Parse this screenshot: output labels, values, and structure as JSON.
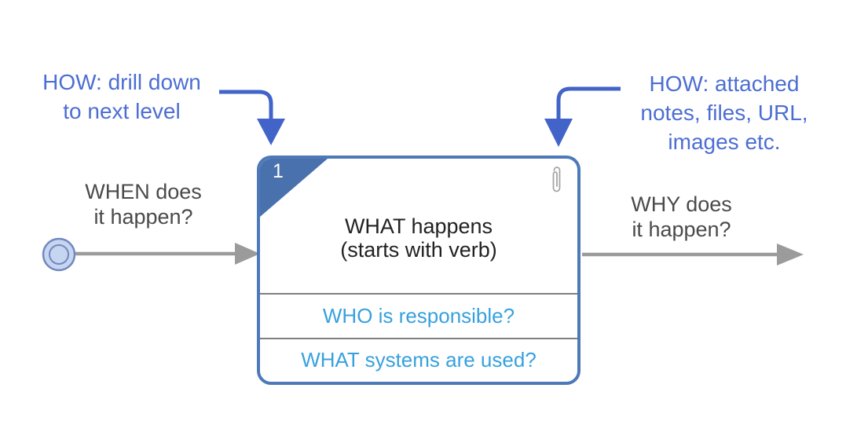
{
  "annotations": {
    "drill_down": {
      "line1": "HOW: drill down",
      "line2": "to next level"
    },
    "attachments": {
      "line1": "HOW: attached",
      "line2": "notes, files, URL,",
      "line3": "images etc."
    }
  },
  "labels": {
    "when": {
      "line1": "WHEN does",
      "line2": "it happen?"
    },
    "why": {
      "line1": "WHY does",
      "line2": "it happen?"
    }
  },
  "process_box": {
    "level_number": "1",
    "title_line1": "WHAT happens",
    "title_line2": "(starts with verb)",
    "who_field": "WHO is responsible?",
    "systems_field": "WHAT systems are used?"
  },
  "icons": {
    "attachment": "paperclip-icon",
    "start": "start-node-icon",
    "drill_down": "drill-down-arrow-icon",
    "flow_in": "flow-arrow-in",
    "flow_out": "flow-arrow-out"
  },
  "colors": {
    "annotation_blue": "#4c6ed3",
    "arrow_blue": "#4264c8",
    "box_border_blue": "#4d79b9",
    "corner_badge_blue": "#4971ad",
    "field_blue": "#37a1de",
    "connector_gray": "#9b9b9b",
    "start_node_fill": "#c6d5f0",
    "start_node_stroke": "#7289bf"
  }
}
